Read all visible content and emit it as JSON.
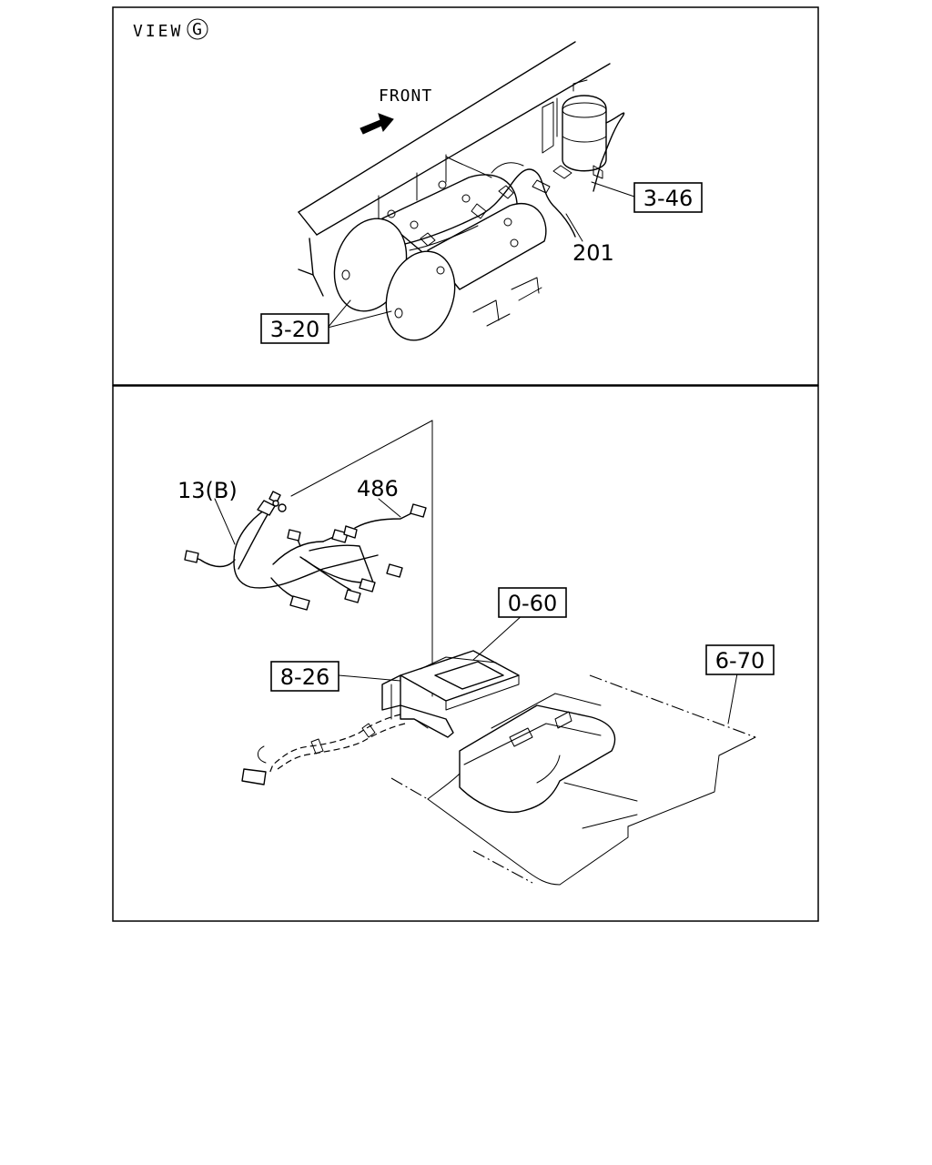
{
  "view_title": "VIEW",
  "view_letter": "G",
  "front_label": "FRONT",
  "callouts": {
    "air_tanks": "3-20",
    "air_dryer": "3-46",
    "pipe": "201",
    "harness": "13(B)",
    "sub_harness": "486",
    "control_unit": "0-60",
    "bracket": "8-26",
    "floor_panel": "6-70"
  }
}
